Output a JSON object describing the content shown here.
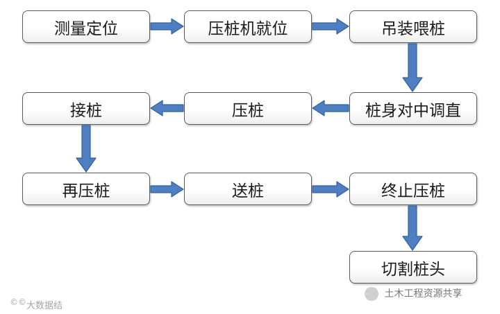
{
  "flow": {
    "steps": [
      "测量定位",
      "压桩机就位",
      "吊装喂桩",
      "桩身对中调直",
      "压桩",
      "接桩",
      "再压桩",
      "送桩",
      "终止压桩",
      "切割桩头"
    ]
  },
  "watermarks": {
    "left": "大数据结",
    "right": "土木工程资源共享"
  },
  "colors": {
    "arrow_fill": "#4f7fc0",
    "arrow_stroke": "#33609c",
    "box_border": "#5a5a5a"
  }
}
